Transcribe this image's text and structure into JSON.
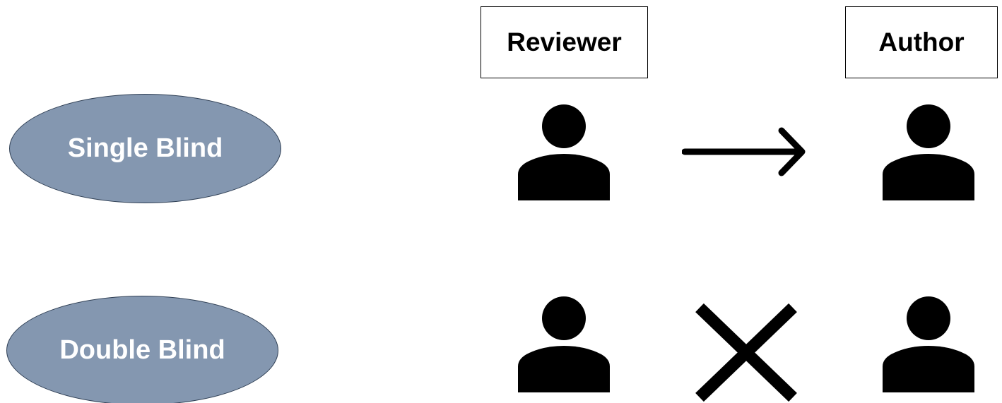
{
  "headers": {
    "reviewer": "Reviewer",
    "author": "Author"
  },
  "rows": [
    {
      "label": "Single Blind",
      "relation": "arrow"
    },
    {
      "label": "Double Blind",
      "relation": "cross"
    }
  ],
  "colors": {
    "oval_fill": "#8497b0",
    "oval_border": "#2f3f54",
    "oval_text": "#ffffff",
    "icon": "#000000"
  },
  "icons": {
    "person": "person-icon",
    "arrow": "right-arrow-icon",
    "cross": "cross-icon"
  }
}
